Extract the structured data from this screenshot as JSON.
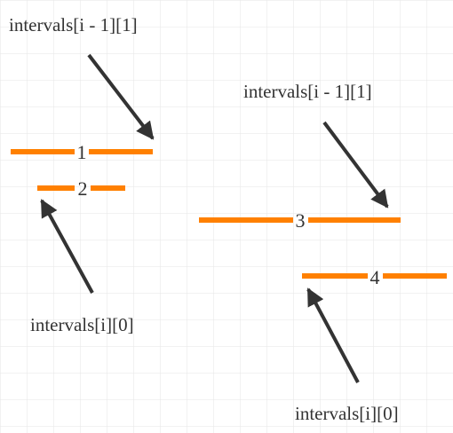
{
  "colors": {
    "background": "#ffffff",
    "grid": "#e6e6e6",
    "interval_bar": "#ff8000",
    "arrow": "#333333",
    "text": "#333333"
  },
  "labels": {
    "prev_end_left": "intervals[i - 1][1]",
    "curr_start_left": "intervals[i][0]",
    "prev_end_right": "intervals[i - 1][1]",
    "curr_start_right": "intervals[i][0]"
  },
  "intervals": [
    {
      "label": "1"
    },
    {
      "label": "2"
    },
    {
      "label": "3"
    },
    {
      "label": "4"
    }
  ]
}
